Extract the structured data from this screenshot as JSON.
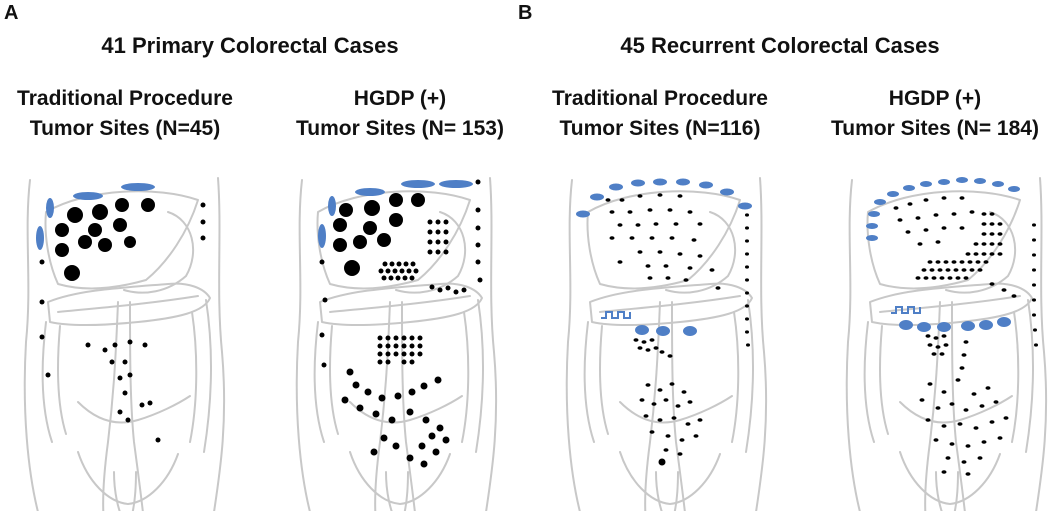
{
  "panels": [
    {
      "letter": "A",
      "title": "41 Primary Colorectal Cases",
      "columns": [
        {
          "line1": "Traditional Procedure",
          "line2": "Tumor Sites (N=45)"
        },
        {
          "line1": "HGDP (+)",
          "line2": "Tumor Sites (N= 153)"
        }
      ]
    },
    {
      "letter": "B",
      "title": "45 Recurrent Colorectal Cases",
      "columns": [
        {
          "line1": "Traditional Procedure",
          "line2": "Tumor Sites (N=116)"
        },
        {
          "line1": "HGDP (+)",
          "line2": "Tumor Sites (N= 184)"
        }
      ]
    }
  ],
  "colors": {
    "tumor_dot": "#000000",
    "blue_mark": "#4f7fc6",
    "outline": "#c8c8c8"
  }
}
